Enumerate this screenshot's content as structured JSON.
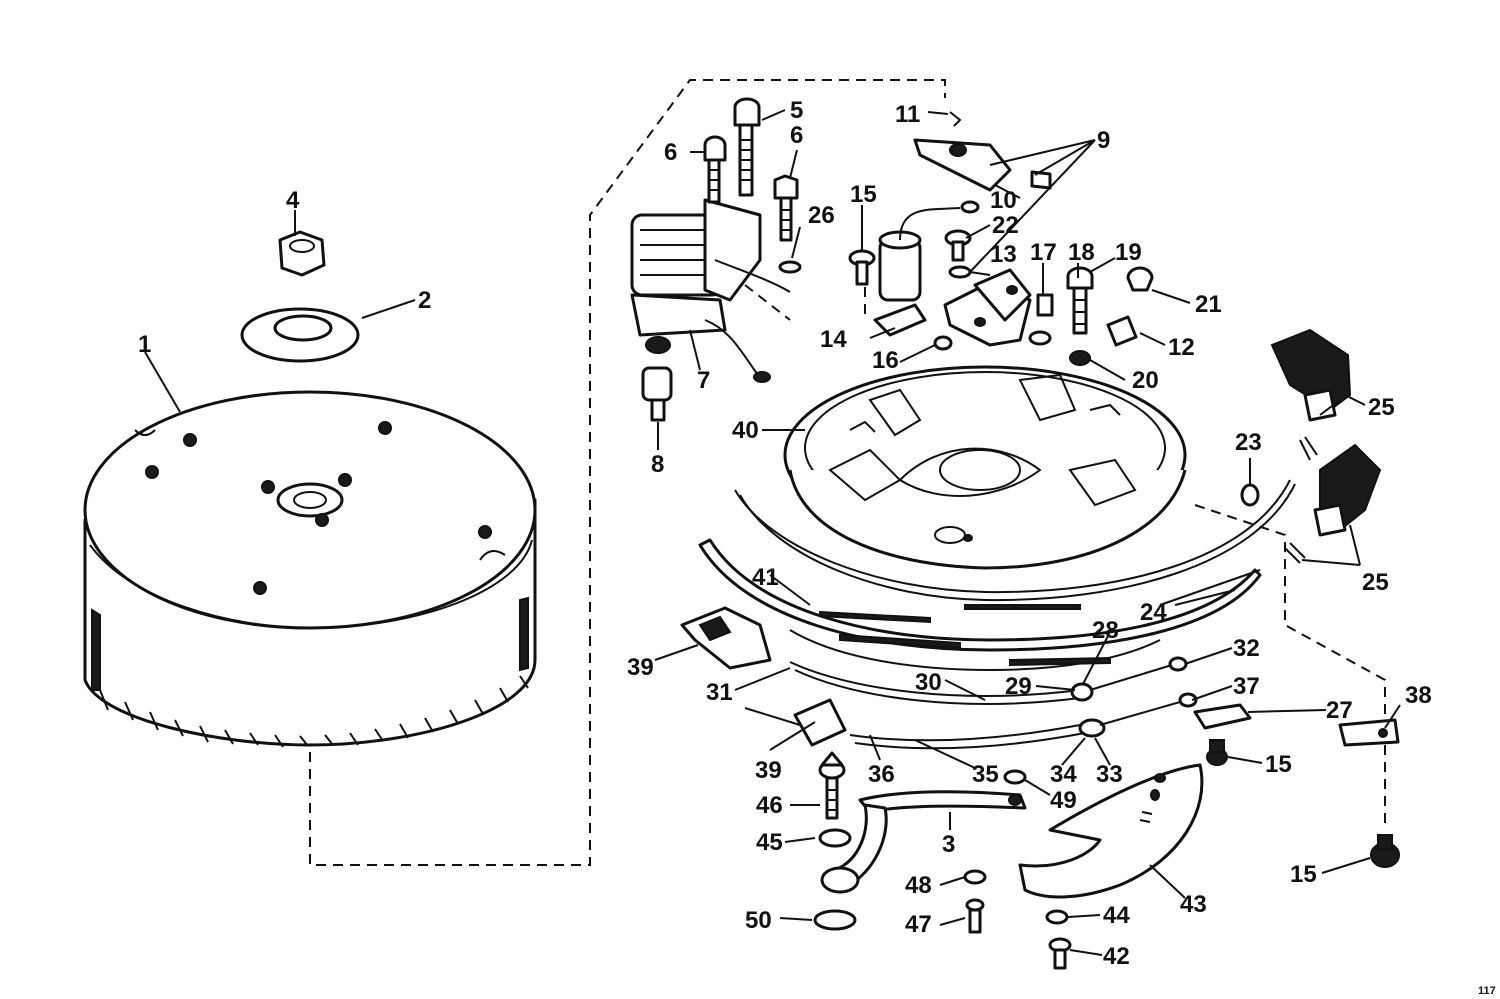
{
  "diagram": {
    "page_number": "117",
    "callouts": [
      "1",
      "2",
      "3",
      "4",
      "5",
      "6",
      "7",
      "8",
      "9",
      "10",
      "11",
      "12",
      "13",
      "14",
      "15",
      "16",
      "17",
      "18",
      "19",
      "20",
      "21",
      "22",
      "23",
      "24",
      "25",
      "26",
      "27",
      "28",
      "29",
      "30",
      "31",
      "32",
      "33",
      "34",
      "35",
      "36",
      "37",
      "38",
      "39",
      "40",
      "41",
      "42",
      "43",
      "44",
      "45",
      "46",
      "47",
      "48",
      "49",
      "50"
    ]
  }
}
